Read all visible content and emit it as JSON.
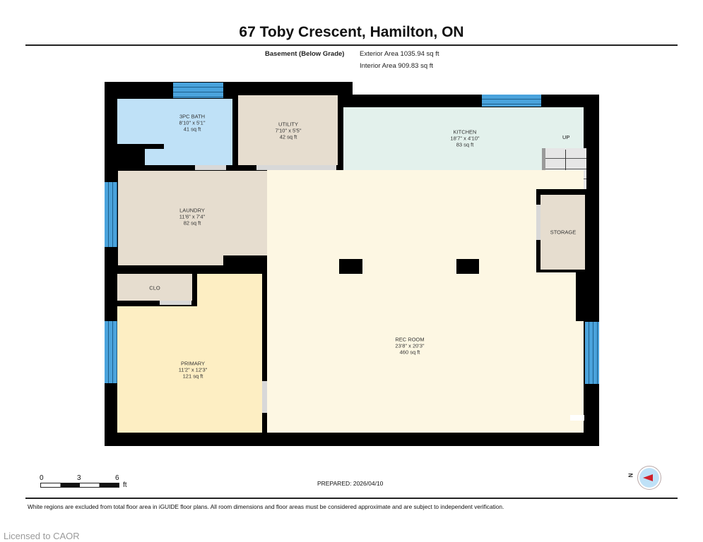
{
  "header": {
    "title": "67 Toby Crescent, Hamilton, ON",
    "level": "Basement (Below Grade)",
    "exterior_area": "Exterior Area 1035.94 sq ft",
    "interior_area": "Interior Area 909.83 sq ft"
  },
  "rooms": [
    {
      "name": "3PC BATH",
      "dims": "8'10\" x 5'1\"",
      "area": "41 sq ft",
      "color": "#bfe1f7"
    },
    {
      "name": "UTILITY",
      "dims": "7'10\" x 5'5\"",
      "area": "42 sq ft",
      "color": "#e6ddcf"
    },
    {
      "name": "KITCHEN",
      "dims": "18'7\" x 4'10\"",
      "area": "83 sq ft",
      "color": "#e3f1ec"
    },
    {
      "name": "LAUNDRY",
      "dims": "11'6\" x 7'4\"",
      "area": "82 sq ft",
      "color": "#e6ddcf"
    },
    {
      "name": "CLO",
      "color": "#e6ddcf"
    },
    {
      "name": "STORAGE",
      "color": "#e6ddcf"
    },
    {
      "name": "REC ROOM",
      "dims": "23'8\" x 20'3\"",
      "area": "460 sq ft",
      "color": "#fdf7e3"
    },
    {
      "name": "PRIMARY",
      "dims": "11'2\" x 12'3\"",
      "area": "121 sq ft",
      "color": "#fdeec3"
    }
  ],
  "stairs": {
    "label": "UP"
  },
  "scale": {
    "ticks": [
      "0",
      "3",
      "6"
    ],
    "unit": "ft"
  },
  "prepared": "PREPARED: 2026/04/10",
  "compass": {
    "label": "N",
    "colors": {
      "needle": "#d0202a",
      "dial": "#bfe1f7"
    }
  },
  "disclaimer": "White regions are excluded from total floor area in iGUIDE floor plans. All room dimensions and floor areas must be considered approximate and are subject to independent verification.",
  "watermark": "Licensed to CAOR"
}
